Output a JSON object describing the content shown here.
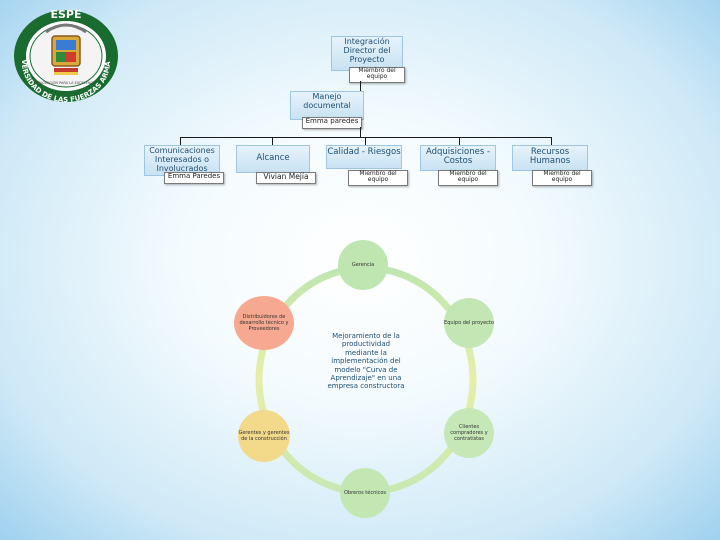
{
  "logo": {
    "top_text": "ESPE",
    "ring_text": "UNIVERSIDAD DE LAS FUERZAS ARMADAS",
    "inner_text": "INNOVACIÓN PARA LA EXCELENCIA"
  },
  "org": {
    "root": {
      "label": "Integración Director del Proyecto",
      "tag": "Miembro del equipo"
    },
    "doc": {
      "label": "Manejo documental",
      "tag": "Emma paredes"
    },
    "children": [
      {
        "label": "Comunicaciones Interesados o Involucrados",
        "tag": "Emma Paredes"
      },
      {
        "label": "Alcance",
        "tag": "Vivian Mejía"
      },
      {
        "label": "Calidad - Riesgos",
        "tag": "Miembro del equipo"
      },
      {
        "label": "Adquisiciones - Costos",
        "tag": "Miembro del equipo"
      },
      {
        "label": "Recursos Humanos",
        "tag": "Miembro del equipo"
      }
    ]
  },
  "cycle": {
    "center": "Mejoramiento de la productividad mediante la implementación del modelo \"Curva de Aprendizaje\" en una empresa constructora",
    "nodes": [
      {
        "label": "Gerencia",
        "color": "#bfe6b0"
      },
      {
        "label": "Equipo del proyecto",
        "color": "#c2e6b4"
      },
      {
        "label": "Clientes compradores y contratistas",
        "color": "#c5e8b6"
      },
      {
        "label": "Obreros técnicos",
        "color": "#c3e7b3"
      },
      {
        "label": "Gerentes y gerentes de la construcción",
        "color": "#f3d98a"
      },
      {
        "label": "Distribuidores de desarrollo técnico y Proveedores",
        "color": "#f7a890"
      }
    ]
  }
}
